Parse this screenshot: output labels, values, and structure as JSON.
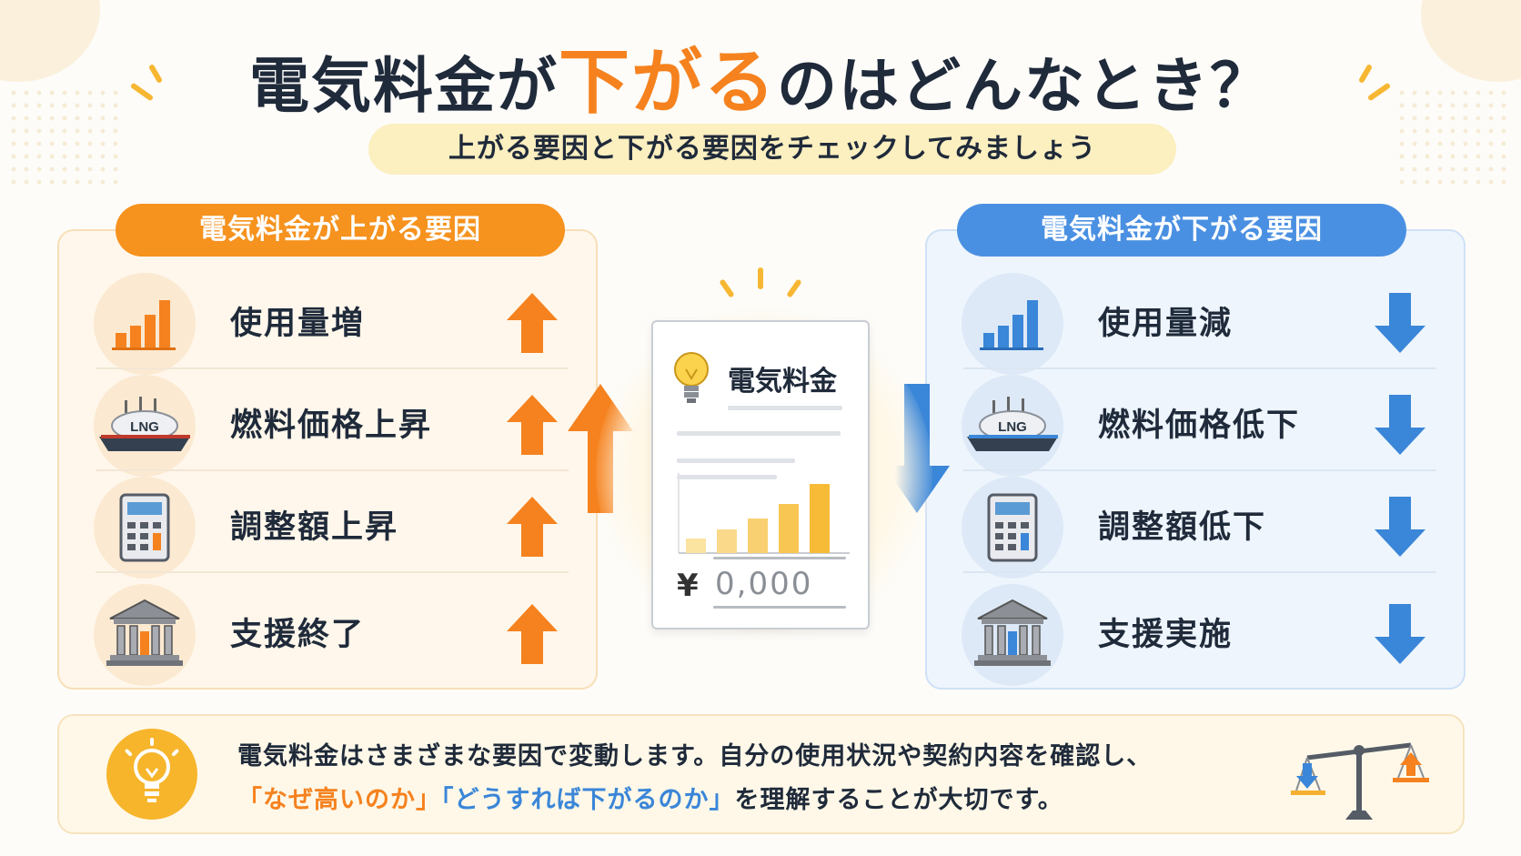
{
  "title": {
    "pre": "電気料金が",
    "highlight": "下がる",
    "post": "のはどんなとき？"
  },
  "subtitle": "上がる要因と下がる要因をチェックしてみましょう",
  "left_panel": {
    "heading": "電気料金が上がる要因",
    "items": [
      {
        "label": "使用量増",
        "icon": "bar-chart-icon"
      },
      {
        "label": "燃料価格上昇",
        "icon": "lng-ship-icon",
        "icon_text": "LNG"
      },
      {
        "label": "調整額上昇",
        "icon": "calculator-icon"
      },
      {
        "label": "支援終了",
        "icon": "government-building-icon"
      }
    ]
  },
  "right_panel": {
    "heading": "電気料金が下がる要因",
    "items": [
      {
        "label": "使用量減",
        "icon": "bar-chart-icon"
      },
      {
        "label": "燃料価格低下",
        "icon": "lng-ship-icon",
        "icon_text": "LNG"
      },
      {
        "label": "調整額低下",
        "icon": "calculator-icon"
      },
      {
        "label": "支援実施",
        "icon": "government-building-icon"
      }
    ]
  },
  "center_bill": {
    "title": "電気料金",
    "currency": "¥",
    "amount": "0,000"
  },
  "footer": {
    "line1": "電気料金はさまざまな要因で変動します。自分の使用状況や契約内容を確認し、",
    "line2_q1": "「なぜ高いのか」",
    "line2_q2": "「どうすれば下がるのか」",
    "line2_rest": "を理解することが大切です。"
  },
  "colors": {
    "orange": "#f5821f",
    "blue": "#4a90e2",
    "yellow": "#f7b52c",
    "text": "#1f2a3a"
  }
}
